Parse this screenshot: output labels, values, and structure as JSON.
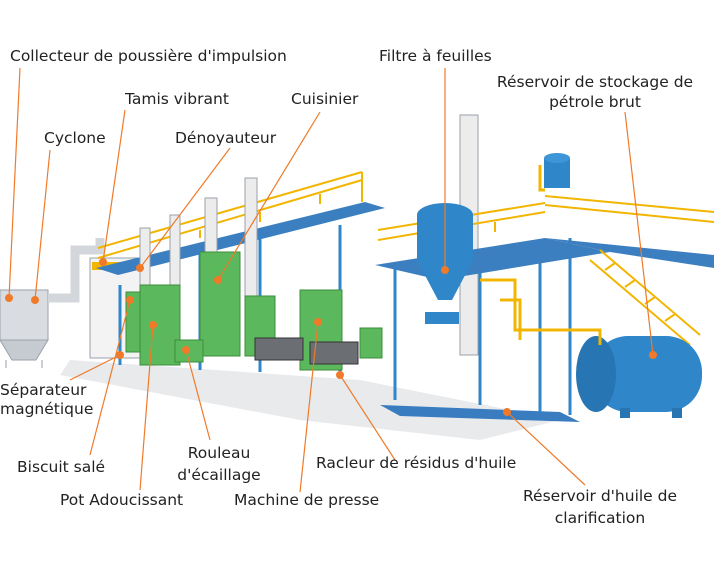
{
  "labels": {
    "collecteur": "Collecteur de poussière d'impulsion",
    "tamis": "Tamis vibrant",
    "cuisinier": "Cuisinier",
    "filtre": "Filtre à feuilles",
    "reservoir_stockage_1": "Réservoir de stockage de",
    "reservoir_stockage_2": "pétrole brut",
    "cyclone": "Cyclone",
    "denoyauteur": "Dénoyauteur",
    "separateur_1": "Séparateur",
    "separateur_2": "magnétique",
    "biscuit": "Biscuit salé",
    "pot": "Pot Adoucissant",
    "rouleau_1": "Rouleau",
    "rouleau_2": "d'écaillage",
    "machine": "Machine de presse",
    "racleur": "Racleur de résidus d'huile",
    "clarification_1": "Réservoir d'huile de",
    "clarification_2": "clarification"
  },
  "colors": {
    "leader_line": "#f07a2a",
    "dot": "#f07a2a",
    "steel_blue": "#2f86c9",
    "equipment_green": "#5cb85c",
    "railing_yellow": "#f2b500",
    "gray": "#c8ccd0"
  }
}
